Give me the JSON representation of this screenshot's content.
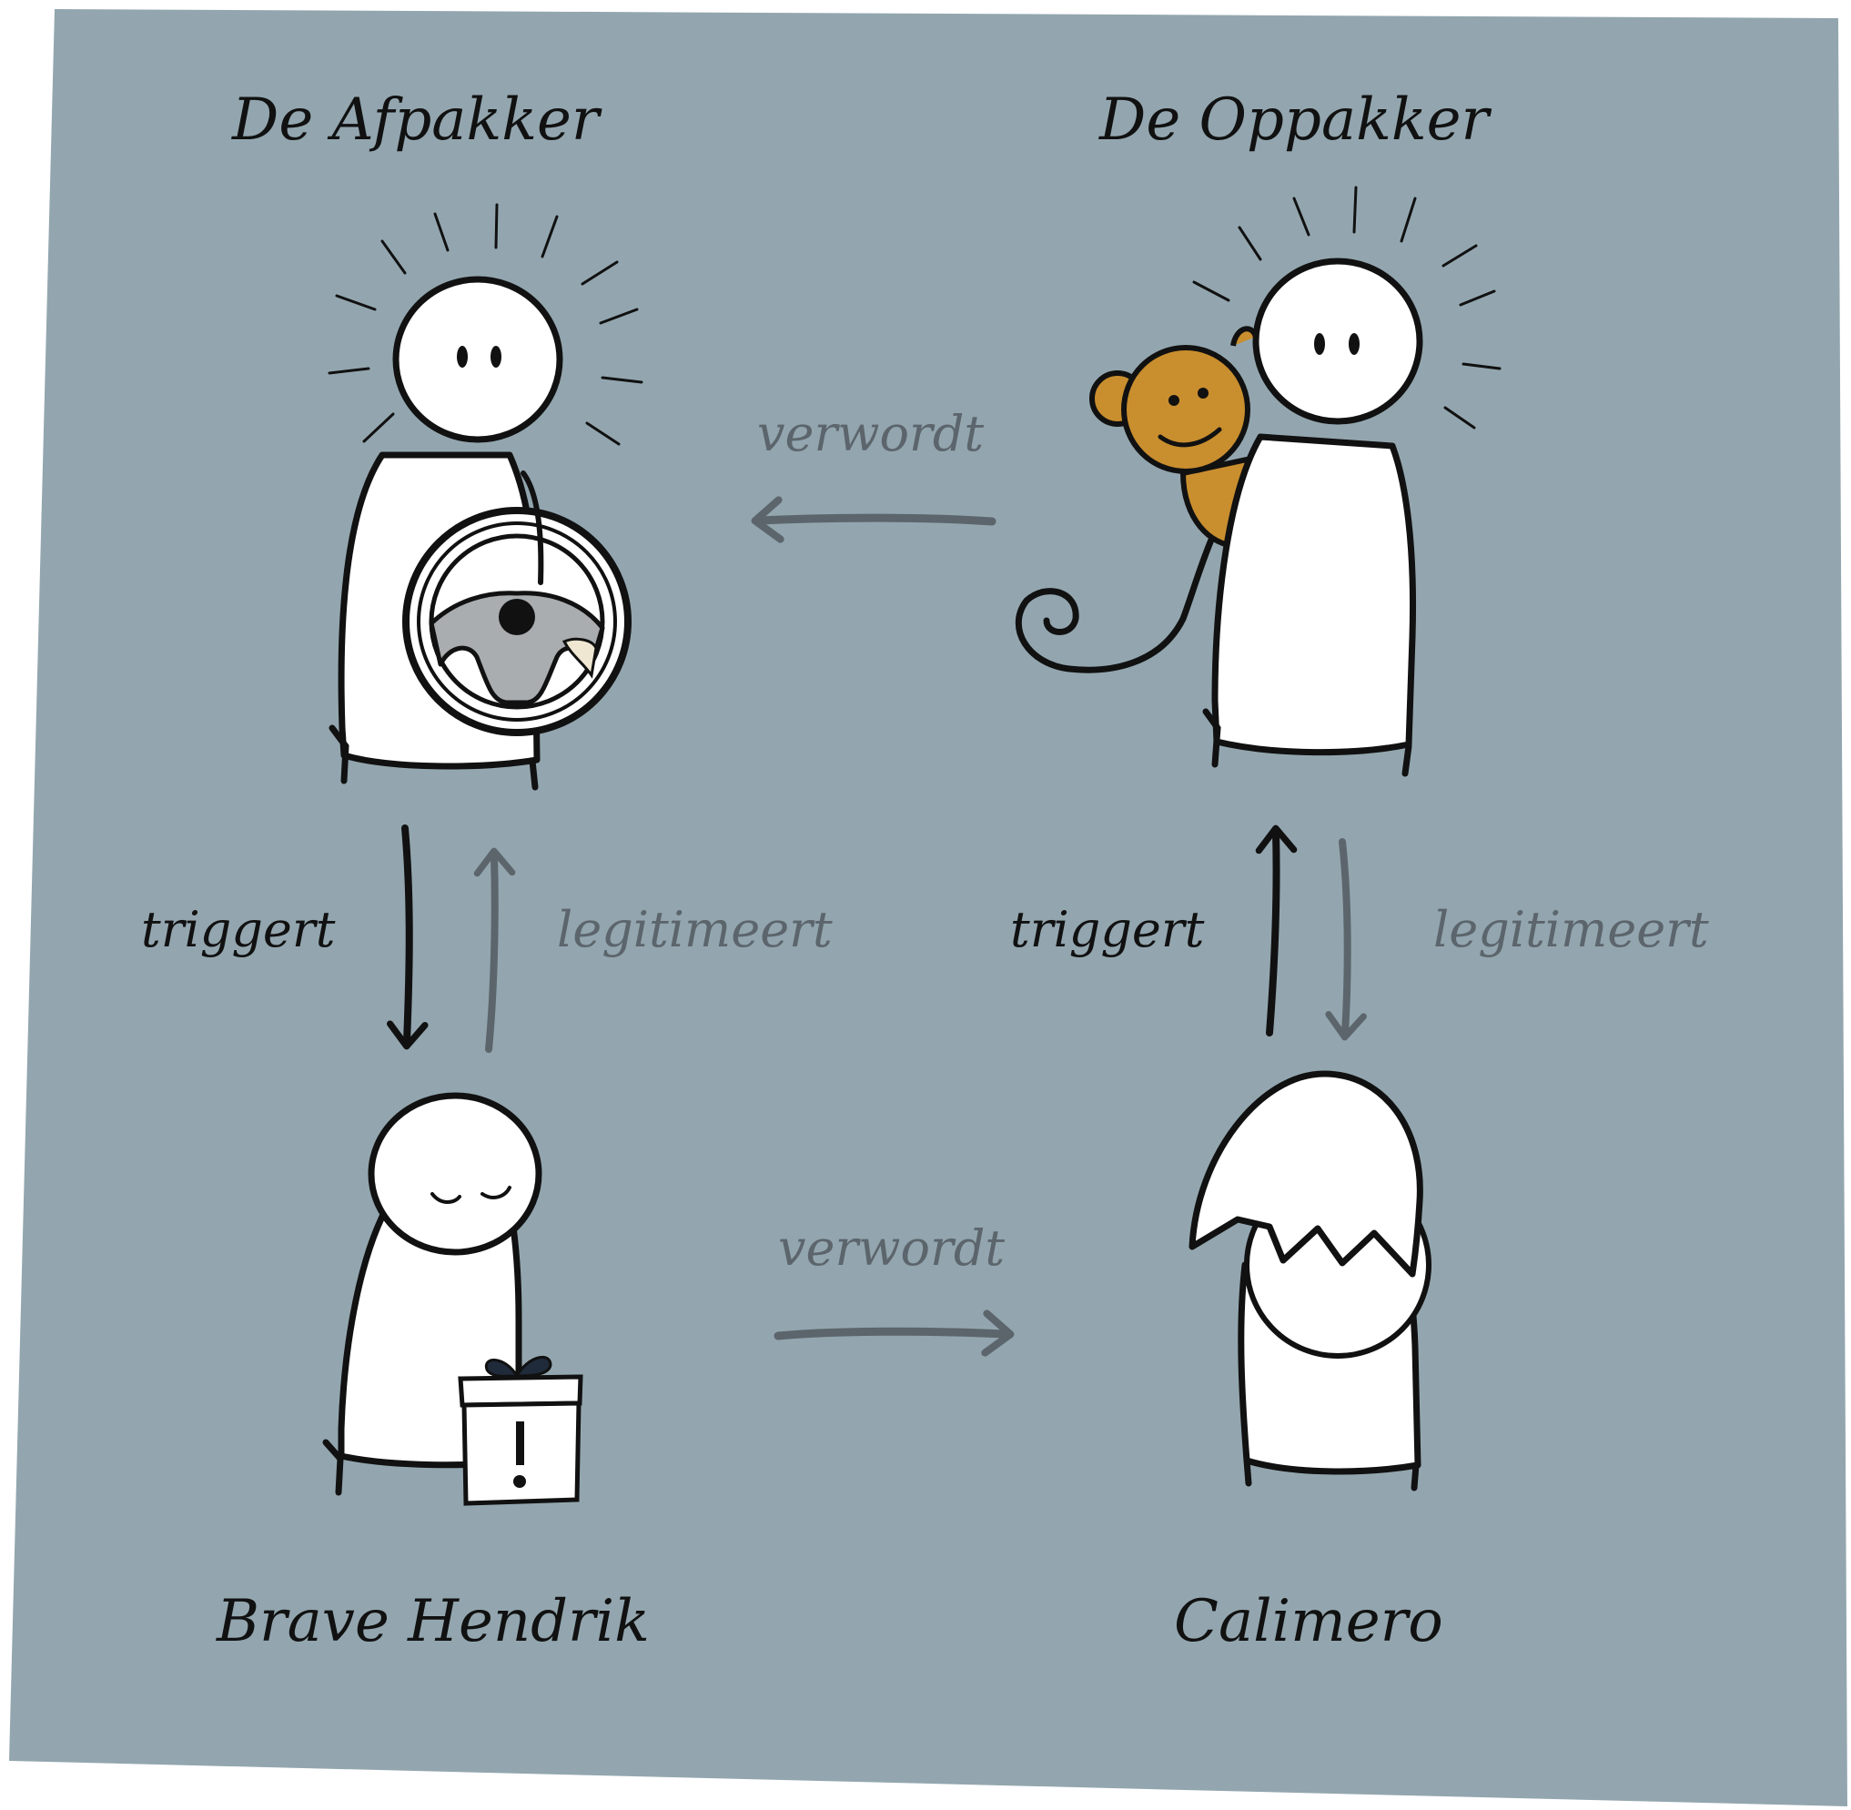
{
  "colors": {
    "background": "#93a6af",
    "ink": "#111111",
    "grey_arrow": "#5c656c",
    "figure_fill": "#ffffff",
    "monkey": "#c98e2e",
    "wheel_grey": "#a9adb0"
  },
  "roles": {
    "afpakker": "De Afpakker",
    "oppakker": "De Oppakker",
    "brave_hendrik": "Brave Hendrik",
    "calimero": "Calimero"
  },
  "relations": {
    "top": "verwordt",
    "bottom": "verwordt",
    "left_trigger": "triggert",
    "left_legit": "legitimeert",
    "right_trigger": "triggert",
    "right_legit": "legitimeert"
  },
  "icons": [
    "steering-wheel-icon",
    "monkey-icon",
    "gift-box-icon",
    "eggshell-icon"
  ]
}
